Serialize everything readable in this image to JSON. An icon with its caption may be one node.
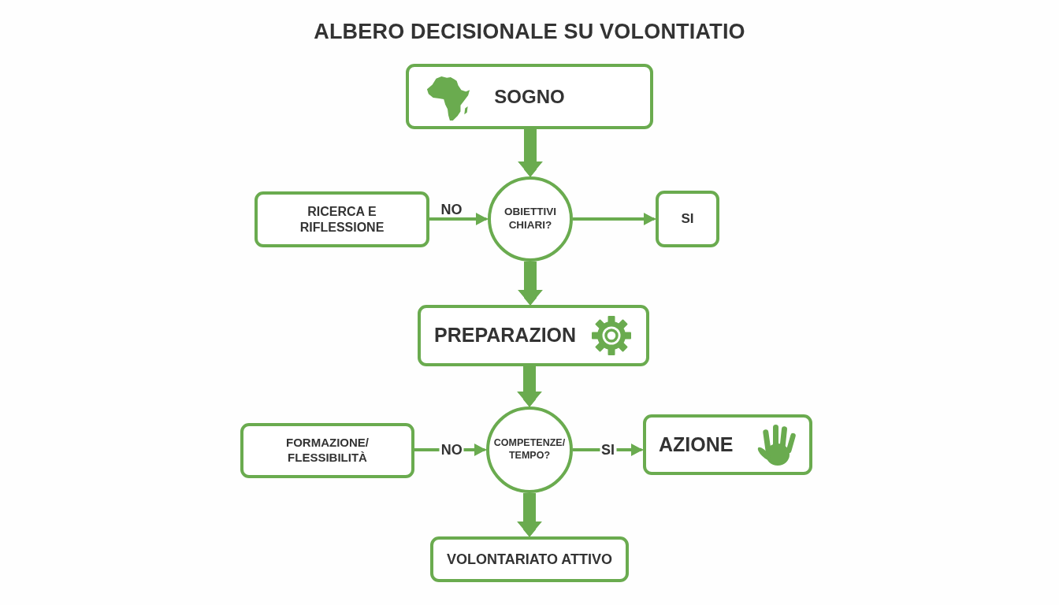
{
  "diagram": {
    "title": "ALBERO DECISIONALE SU VOLONTIATIO",
    "nodes": [
      {
        "text": [
          "SOGNO"
        ]
      },
      {
        "text": [
          "RICERCA E RIFLESSIONE"
        ]
      },
      {
        "text": [
          "OBIETTIVI CHIARI?"
        ]
      },
      {
        "text": [
          "SI"
        ]
      },
      {
        "text": [
          "PREPARAZION"
        ]
      },
      {
        "text": [
          "FORMAZIONE/ FLESSIBILITÀ"
        ]
      },
      {
        "text": [
          "COMPETENZE/ TEMPO?"
        ]
      },
      {
        "text": [
          "AZIONE"
        ]
      },
      {
        "text": [
          "VOLONTARIATO ATTIVO"
        ]
      }
    ],
    "edges": [
      {
        "from": 0,
        "to": 2,
        "arrow": "to",
        "style": "thick"
      },
      {
        "from": 1,
        "to": 2,
        "arrow": "to",
        "label": "NO"
      },
      {
        "from": 2,
        "to": 3,
        "arrow": "to"
      },
      {
        "from": 2,
        "to": 4,
        "arrow": "to",
        "style": "thick"
      },
      {
        "from": 4,
        "to": 6,
        "arrow": "to",
        "style": "thick"
      },
      {
        "from": 5,
        "to": 6,
        "arrow": "to",
        "label": "NO"
      },
      {
        "from": 6,
        "to": 7,
        "arrow": "to",
        "label": "SI"
      },
      {
        "from": 6,
        "to": 8,
        "arrow": "to",
        "style": "thick"
      }
    ]
  }
}
